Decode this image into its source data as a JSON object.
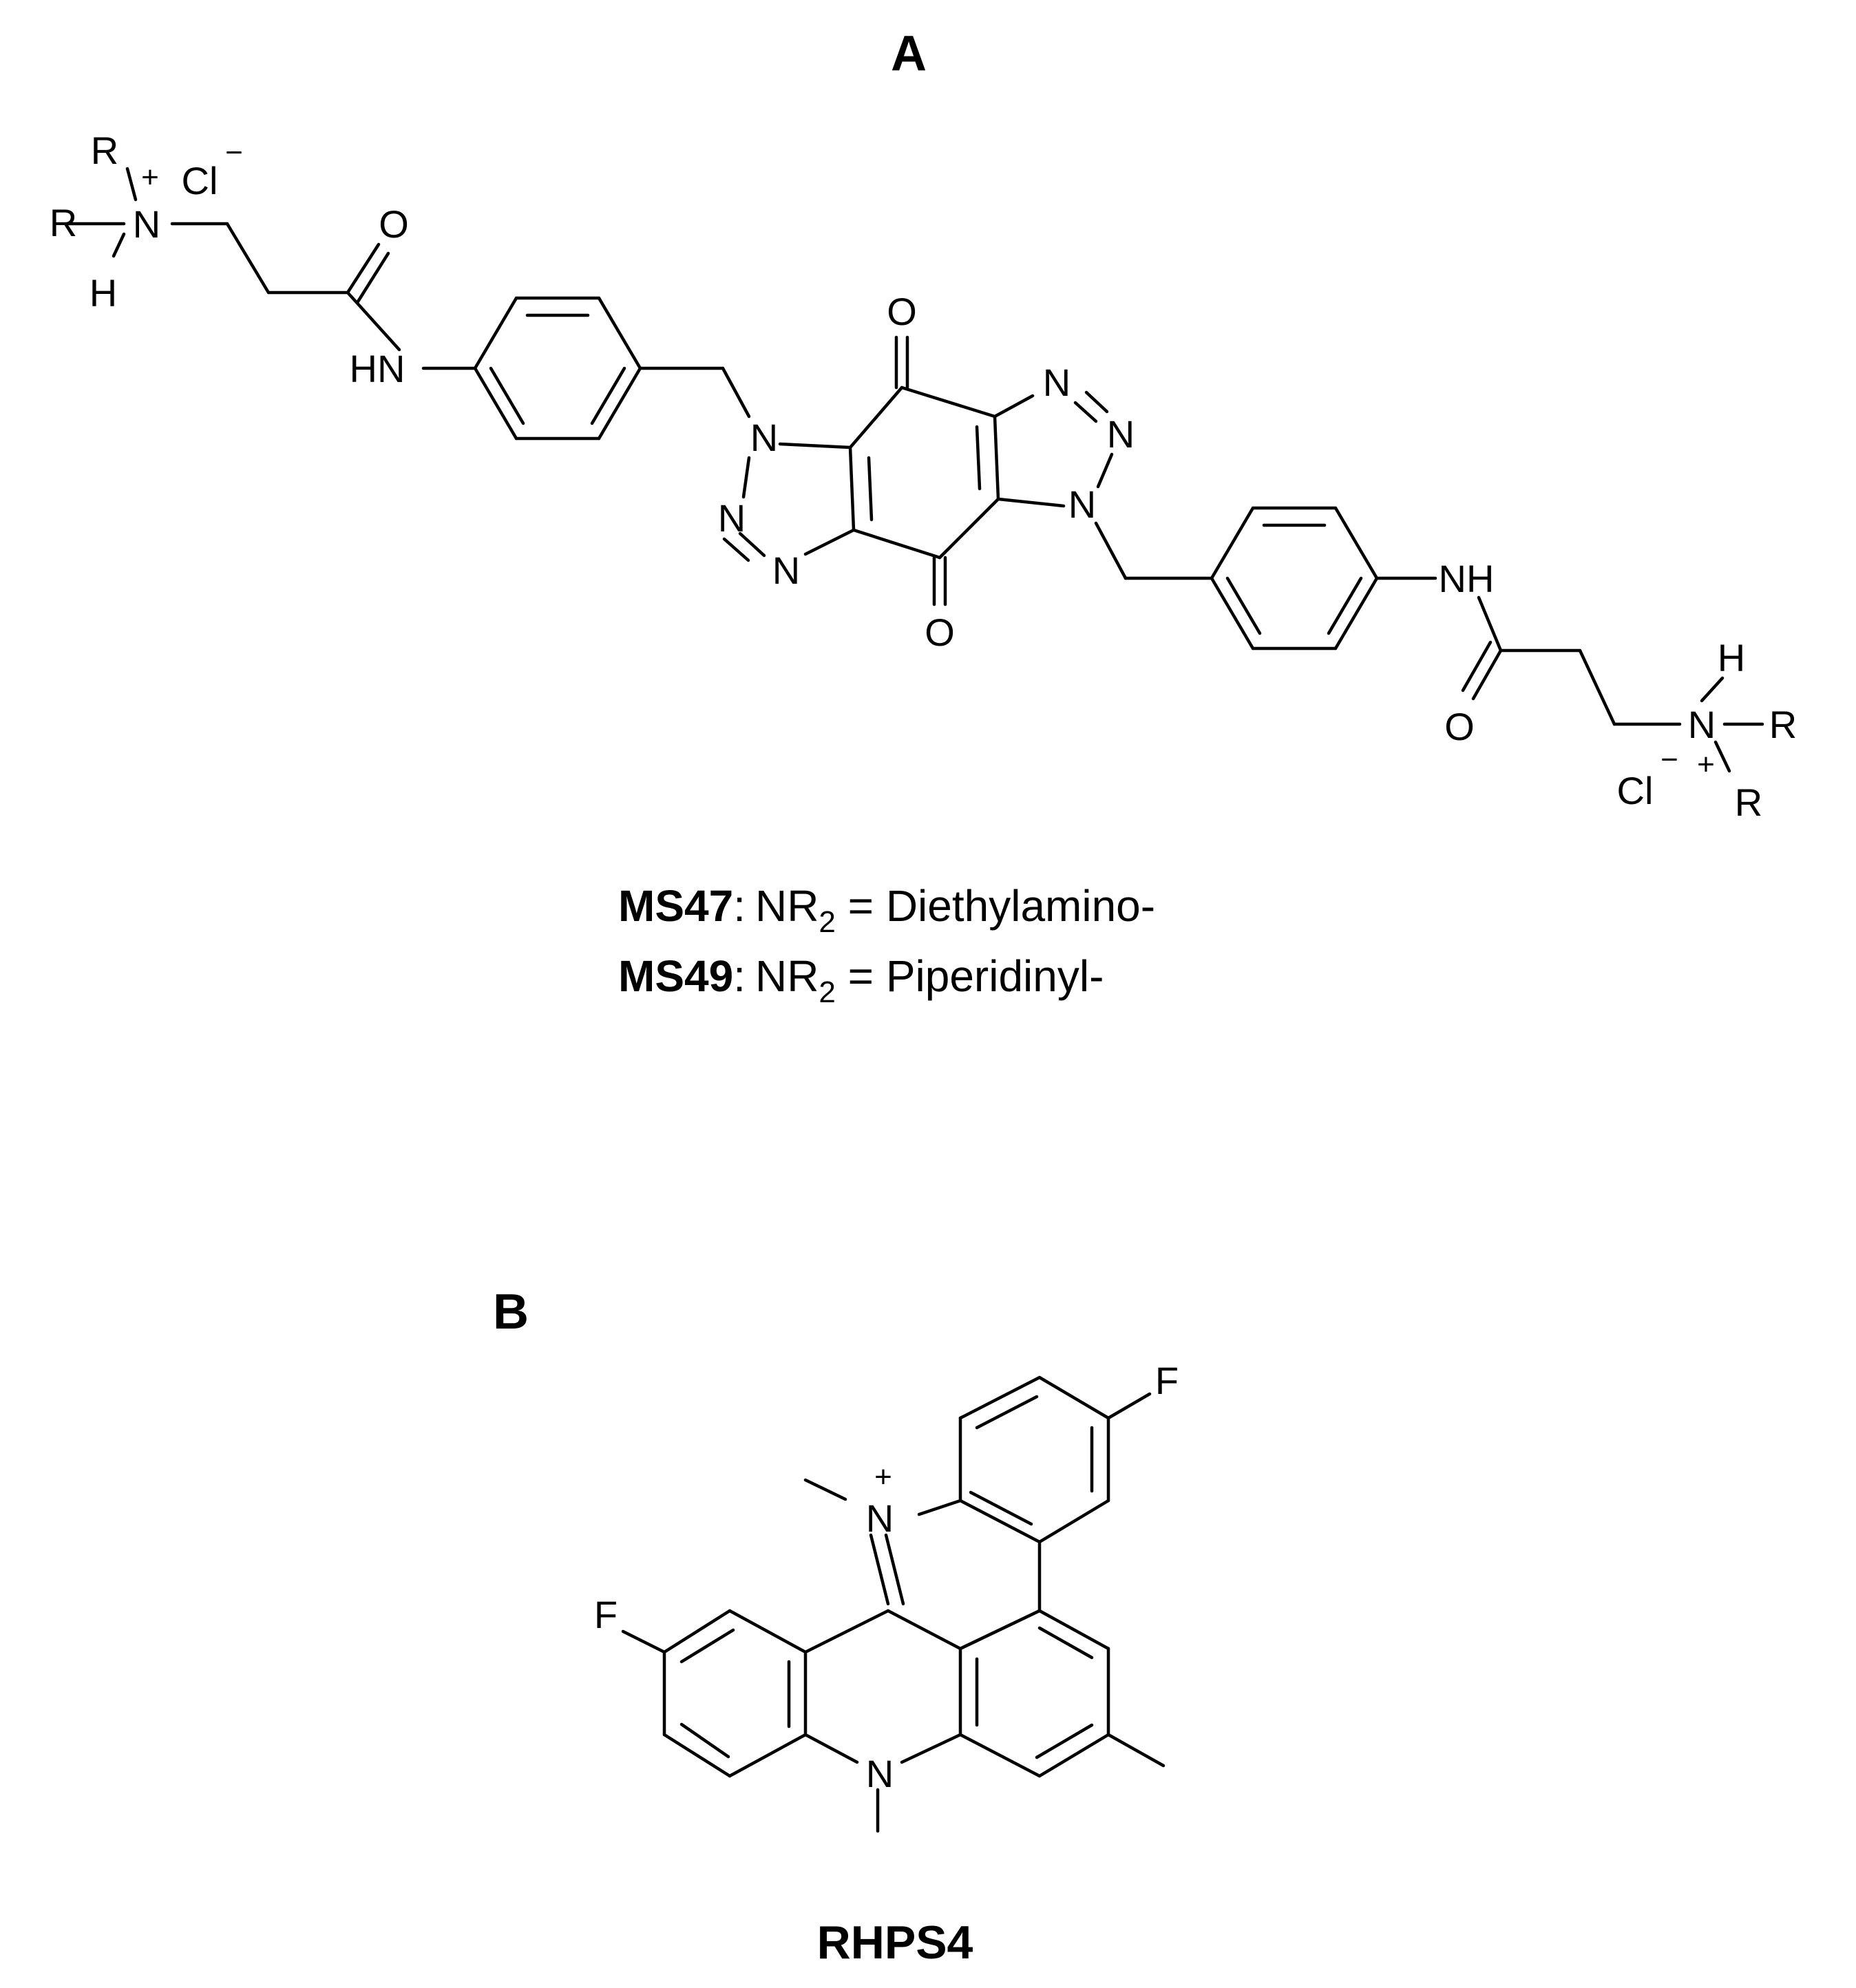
{
  "panel_a": {
    "label": "A",
    "atoms": {
      "r_top": "R",
      "r_left": "R",
      "h": "H",
      "n_plus": "N",
      "plus": "+",
      "cl": "Cl",
      "cl_minus": "−",
      "o_amide": "O",
      "hn": "HN",
      "n1": "N",
      "n2": "N",
      "n3": "N",
      "o_top": "O",
      "o_bottom": "O",
      "n4": "N",
      "n5": "N",
      "n6": "N",
      "nh": "NH",
      "o_amide_r": "O",
      "h_r": "H",
      "n_plus_r": "N",
      "r_right": "R",
      "r_bottom": "R",
      "cl_r": "Cl",
      "cl_minus_r": "−",
      "plus_r": "+"
    },
    "legend": [
      {
        "compound": "MS47",
        "sep": ":",
        "nr": "NR",
        "sub": "2",
        "rest": " = Diethylamino-"
      },
      {
        "compound": "MS49",
        "sep": ":",
        "nr": "NR",
        "sub": "2",
        "rest": " = Piperidinyl-"
      }
    ]
  },
  "panel_b": {
    "label": "B",
    "atoms": {
      "f_top": "F",
      "n_plus": "N",
      "plus": "+",
      "f_left": "F",
      "n_bottom": "N"
    },
    "compound_name": "RHPS4"
  }
}
